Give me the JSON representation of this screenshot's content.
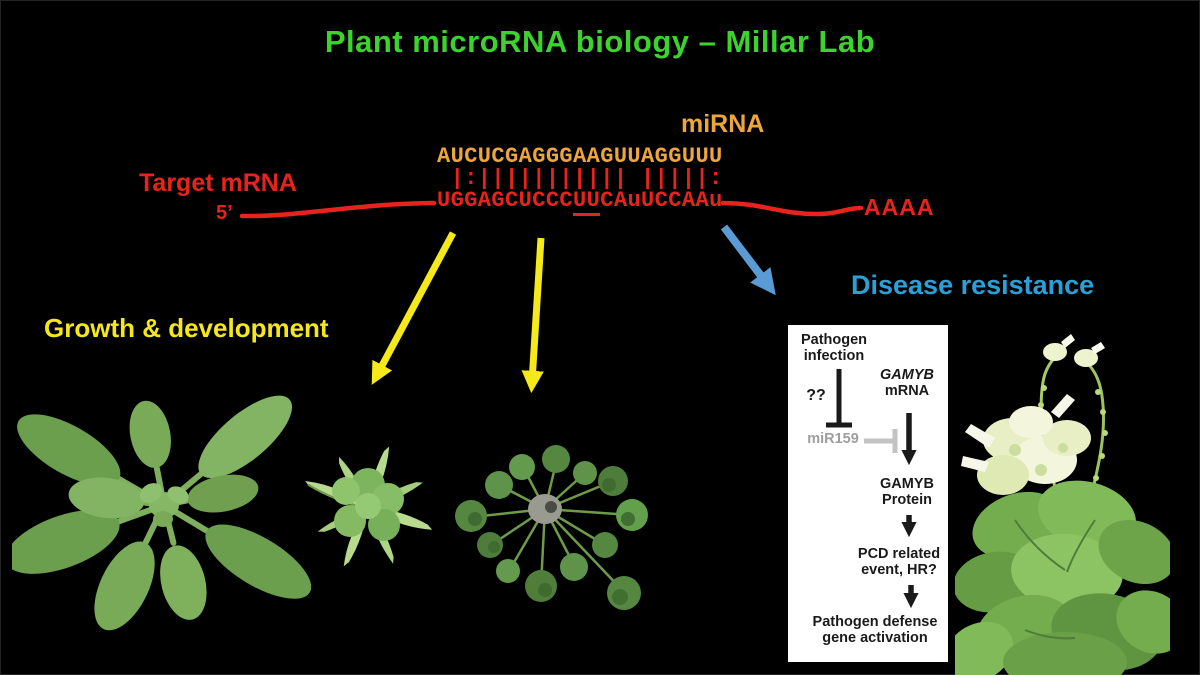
{
  "title": "Plant microRNA biology – Millar Lab",
  "pairing_diagram": {
    "mirna_label": "miRNA",
    "target_mrna_label": "Target mRNA",
    "five_prime_label": "5’",
    "mirna_sequence": "AUCUCGAGGGAAGUUAGGUUU",
    "pairing_symbols": " |:||||||||||| |||||:",
    "target_seq_before": "UGGAGCUCCC",
    "target_seq_underlined": "UU",
    "target_seq_after": "CAuUCCAAu",
    "poly_a_tail": "AAAA"
  },
  "branch_labels": {
    "growth": "Growth & development",
    "disease": "Disease resistance"
  },
  "flowchart": {
    "pathogen_infection": "Pathogen\ninfection",
    "unknown_interaction": "??",
    "mir159": "miR159",
    "gamyb_gene": "GAMYB",
    "gamyb_mrna": "mRNA",
    "gamyb_protein": "GAMYB\nProtein",
    "pcd_event": "PCD related\nevent, HR?",
    "defense_activation": "Pathogen defense\ngene activation"
  },
  "images": {
    "plant_left": "arabidopsis-wildtype-rosette-photo",
    "plant_middle": "arabidopsis-curled-leaf-rosette-photo",
    "plant_right": "arabidopsis-severe-curly-rosette-photo",
    "plant_tobacco": "flowering-tobacco-plant-photo"
  },
  "colors": {
    "background": "#000000",
    "title_green": "#3dd32f",
    "sequence_orange": "#eda63c",
    "mrna_red": "#e8231e",
    "branch_yellow": "#f5e91a",
    "disease_blue": "#2b9fd8",
    "arrow_blue": "#5b9bd5",
    "mir159_gray": "#9e9e9e",
    "flowbox_background": "#ffffff"
  }
}
